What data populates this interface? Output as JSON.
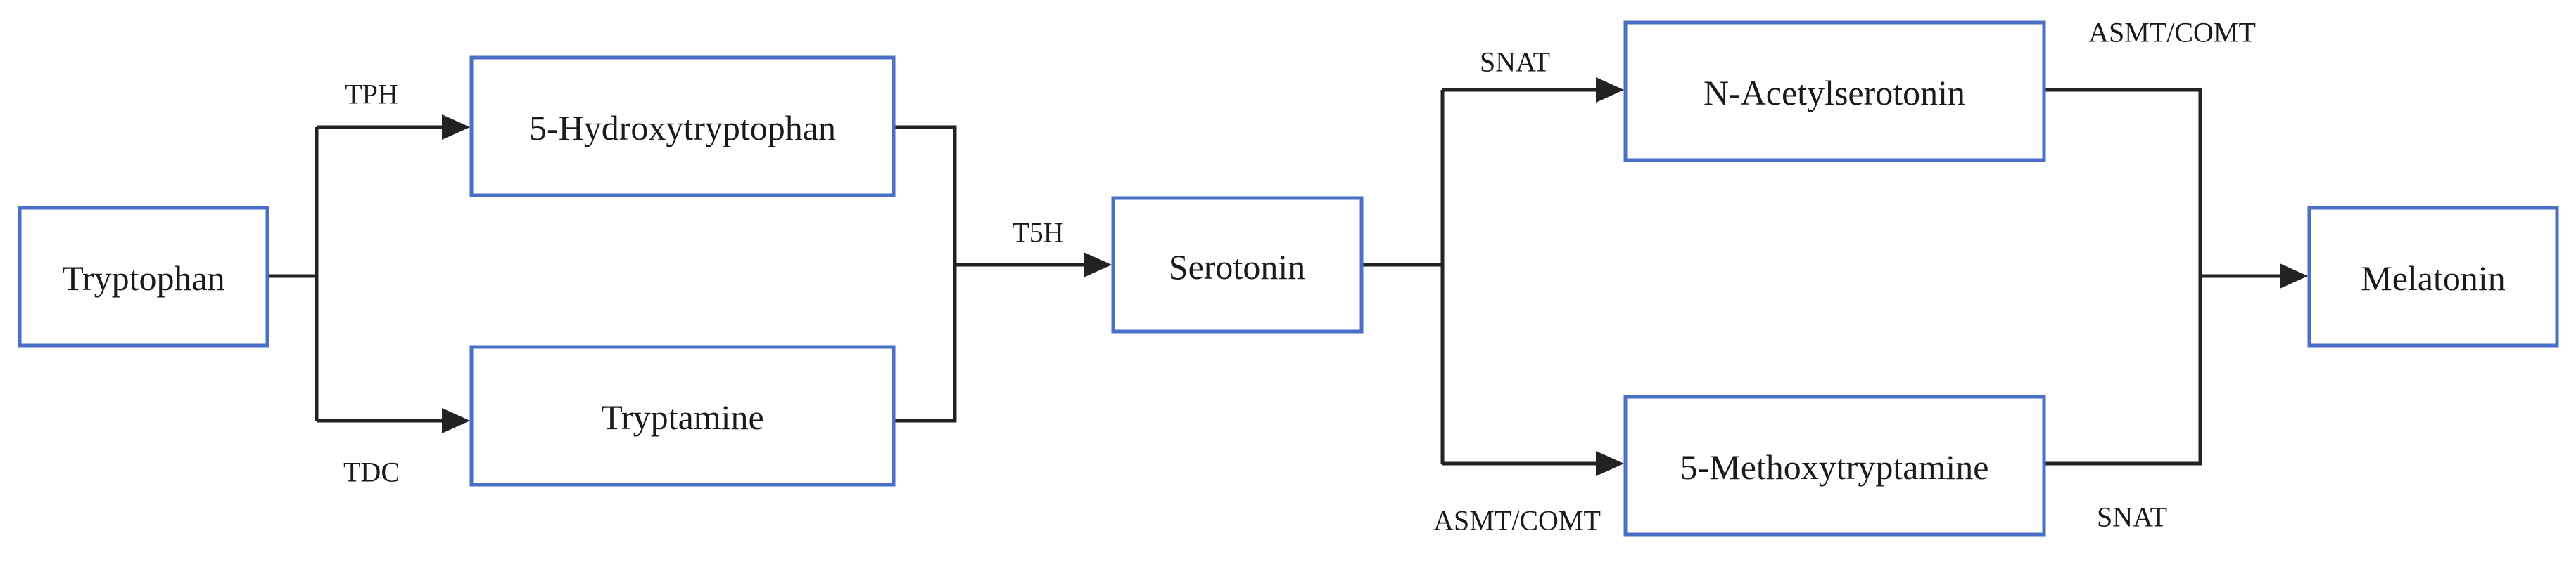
{
  "diagram": {
    "nodes": {
      "tryptophan": "Tryptophan",
      "hydroxytryptophan": "5-Hydroxytryptophan",
      "tryptamine": "Tryptamine",
      "serotonin": "Serotonin",
      "acetylserotonin": "N-Acetylserotonin",
      "methoxytryptamine": "5-Methoxytryptamine",
      "melatonin": "Melatonin"
    },
    "enzymes": {
      "tph": "TPH",
      "tdc": "TDC",
      "t5h": "T5H",
      "snat_top": "SNAT",
      "asmt_comt_bottom": "ASMT/COMT",
      "asmt_comt_top": "ASMT/COMT",
      "snat_bottom": "SNAT"
    }
  },
  "colors": {
    "box_border": "#4a6fc7",
    "line": "#222222",
    "text": "#1a1a1a"
  }
}
